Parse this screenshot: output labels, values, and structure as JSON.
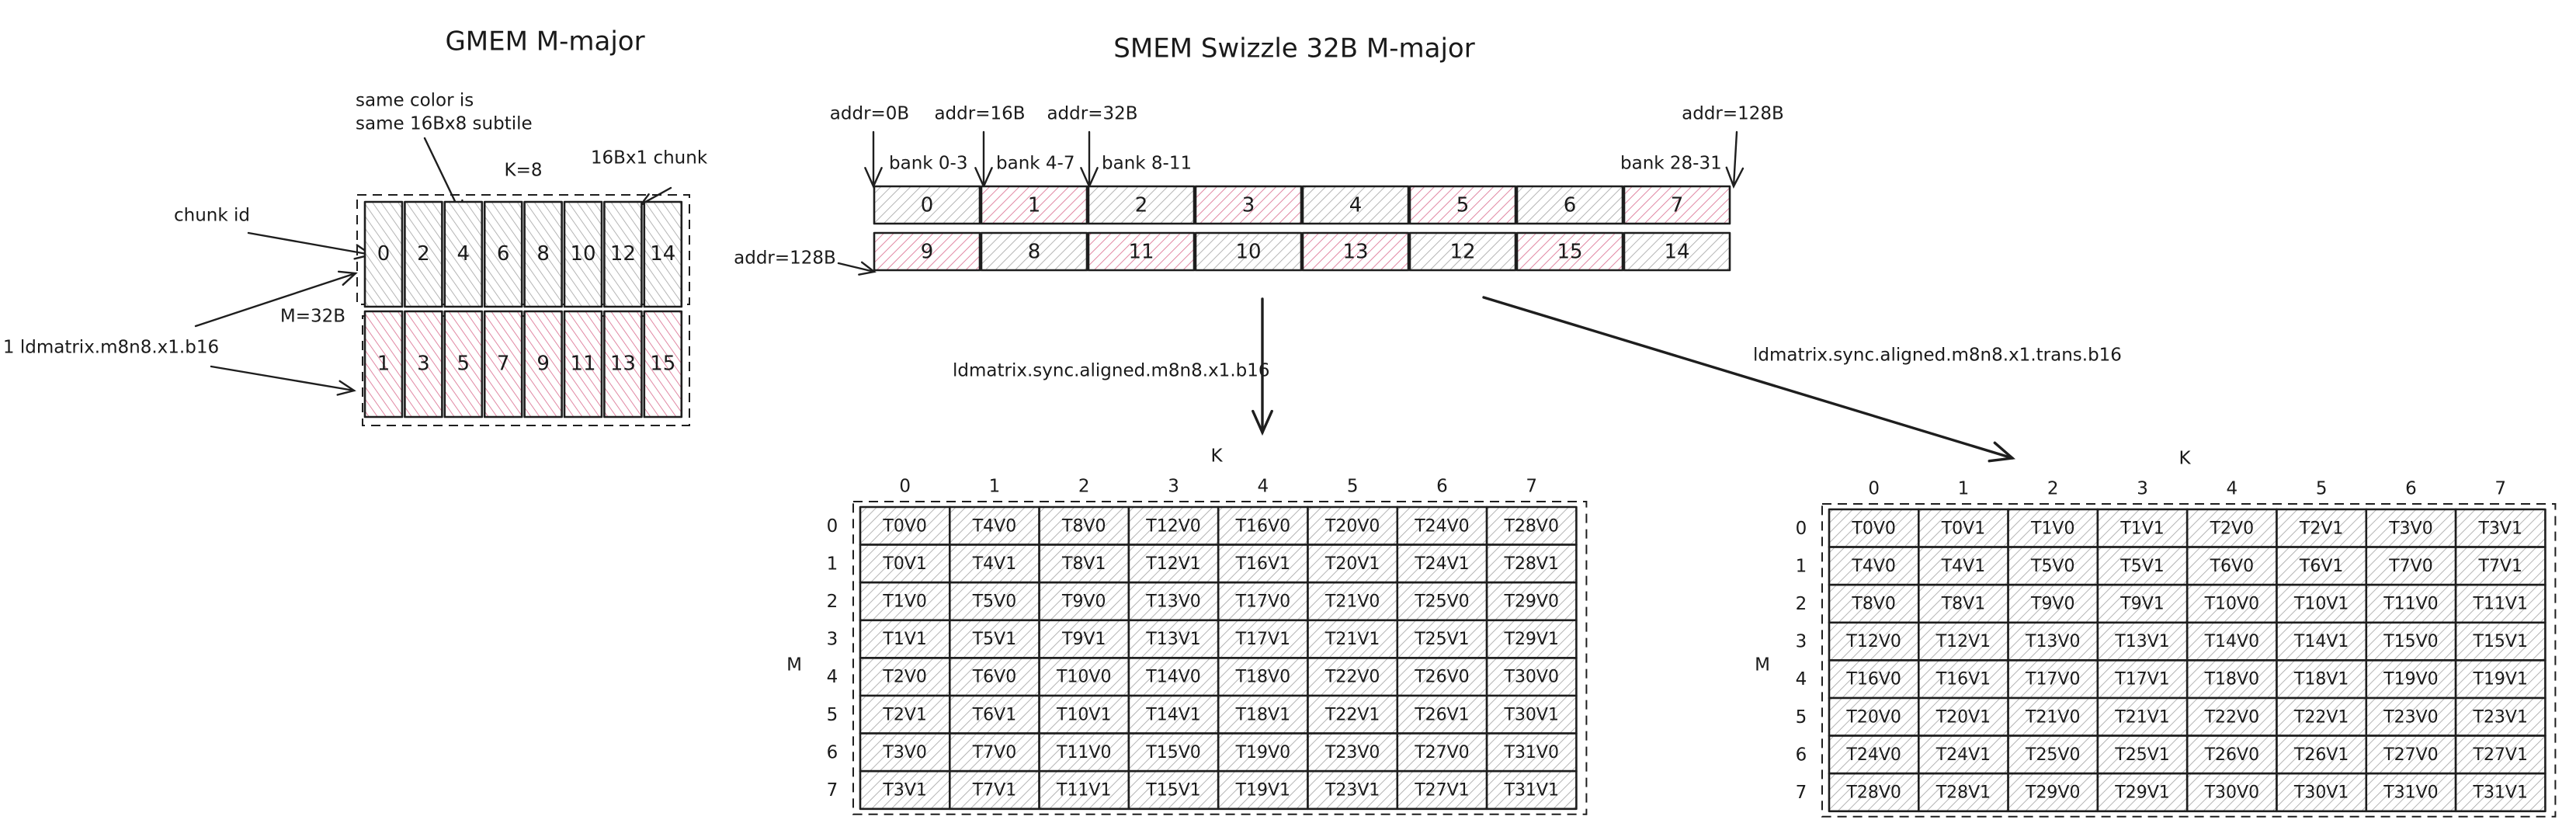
{
  "colors": {
    "gray_hatch": "#a8a8a8",
    "pink_hatch": "#dc7393",
    "ink": "#1e1e1e",
    "background": "#ffffff"
  },
  "gmem": {
    "title": "GMEM M-major",
    "note_line1": "same color is",
    "note_line2": "same 16Bx8 subtile",
    "k_label": "K=8",
    "chunk_label": "16Bx1 chunk",
    "chunk_id_label": "chunk id",
    "m_label": "M=32B",
    "ldmatrix_label": "1 ldmatrix.m8n8.x1.b16",
    "top_row": {
      "color": "gray",
      "chunks": [
        "0",
        "2",
        "4",
        "6",
        "8",
        "10",
        "12",
        "14"
      ]
    },
    "bottom_row": {
      "color": "pink",
      "chunks": [
        "1",
        "3",
        "5",
        "7",
        "9",
        "11",
        "13",
        "15"
      ]
    }
  },
  "smem": {
    "title": "SMEM Swizzle 32B M-major",
    "addr_labels": [
      "addr=0B",
      "addr=16B",
      "addr=32B",
      "addr=128B"
    ],
    "bank_labels": [
      "bank 0-3",
      "bank 4-7",
      "bank 8-11",
      "bank 28-31"
    ],
    "row2_addr_label": "addr=128B",
    "row1": [
      {
        "id": "0",
        "color": "gray"
      },
      {
        "id": "1",
        "color": "pink"
      },
      {
        "id": "2",
        "color": "gray"
      },
      {
        "id": "3",
        "color": "pink"
      },
      {
        "id": "4",
        "color": "gray"
      },
      {
        "id": "5",
        "color": "pink"
      },
      {
        "id": "6",
        "color": "gray"
      },
      {
        "id": "7",
        "color": "pink"
      }
    ],
    "row2": [
      {
        "id": "9",
        "color": "pink"
      },
      {
        "id": "8",
        "color": "gray"
      },
      {
        "id": "11",
        "color": "pink"
      },
      {
        "id": "10",
        "color": "gray"
      },
      {
        "id": "13",
        "color": "pink"
      },
      {
        "id": "12",
        "color": "gray"
      },
      {
        "id": "15",
        "color": "pink"
      },
      {
        "id": "14",
        "color": "gray"
      }
    ]
  },
  "ldmatrix": {
    "label": "ldmatrix.sync.aligned.m8n8.x1.b16",
    "k_axis": "K",
    "m_axis": "M",
    "col_headers": [
      "0",
      "1",
      "2",
      "3",
      "4",
      "5",
      "6",
      "7"
    ],
    "row_headers": [
      "0",
      "1",
      "2",
      "3",
      "4",
      "5",
      "6",
      "7"
    ],
    "rows": [
      [
        "T0V0",
        "T4V0",
        "T8V0",
        "T12V0",
        "T16V0",
        "T20V0",
        "T24V0",
        "T28V0"
      ],
      [
        "T0V1",
        "T4V1",
        "T8V1",
        "T12V1",
        "T16V1",
        "T20V1",
        "T24V1",
        "T28V1"
      ],
      [
        "T1V0",
        "T5V0",
        "T9V0",
        "T13V0",
        "T17V0",
        "T21V0",
        "T25V0",
        "T29V0"
      ],
      [
        "T1V1",
        "T5V1",
        "T9V1",
        "T13V1",
        "T17V1",
        "T21V1",
        "T25V1",
        "T29V1"
      ],
      [
        "T2V0",
        "T6V0",
        "T10V0",
        "T14V0",
        "T18V0",
        "T22V0",
        "T26V0",
        "T30V0"
      ],
      [
        "T2V1",
        "T6V1",
        "T10V1",
        "T14V1",
        "T18V1",
        "T22V1",
        "T26V1",
        "T30V1"
      ],
      [
        "T3V0",
        "T7V0",
        "T11V0",
        "T15V0",
        "T19V0",
        "T23V0",
        "T27V0",
        "T31V0"
      ],
      [
        "T3V1",
        "T7V1",
        "T11V1",
        "T15V1",
        "T19V1",
        "T23V1",
        "T27V1",
        "T31V1"
      ]
    ]
  },
  "ldmatrix_trans": {
    "label": "ldmatrix.sync.aligned.m8n8.x1.trans.b16",
    "k_axis": "K",
    "m_axis": "M",
    "col_headers": [
      "0",
      "1",
      "2",
      "3",
      "4",
      "5",
      "6",
      "7"
    ],
    "row_headers": [
      "0",
      "1",
      "2",
      "3",
      "4",
      "5",
      "6",
      "7"
    ],
    "rows": [
      [
        "T0V0",
        "T0V1",
        "T1V0",
        "T1V1",
        "T2V0",
        "T2V1",
        "T3V0",
        "T3V1"
      ],
      [
        "T4V0",
        "T4V1",
        "T5V0",
        "T5V1",
        "T6V0",
        "T6V1",
        "T7V0",
        "T7V1"
      ],
      [
        "T8V0",
        "T8V1",
        "T9V0",
        "T9V1",
        "T10V0",
        "T10V1",
        "T11V0",
        "T11V1"
      ],
      [
        "T12V0",
        "T12V1",
        "T13V0",
        "T13V1",
        "T14V0",
        "T14V1",
        "T15V0",
        "T15V1"
      ],
      [
        "T16V0",
        "T16V1",
        "T17V0",
        "T17V1",
        "T18V0",
        "T18V1",
        "T19V0",
        "T19V1"
      ],
      [
        "T20V0",
        "T20V1",
        "T21V0",
        "T21V1",
        "T22V0",
        "T22V1",
        "T23V0",
        "T23V1"
      ],
      [
        "T24V0",
        "T24V1",
        "T25V0",
        "T25V1",
        "T26V0",
        "T26V1",
        "T27V0",
        "T27V1"
      ],
      [
        "T28V0",
        "T28V1",
        "T29V0",
        "T29V1",
        "T30V0",
        "T30V1",
        "T31V0",
        "T31V1"
      ]
    ]
  }
}
